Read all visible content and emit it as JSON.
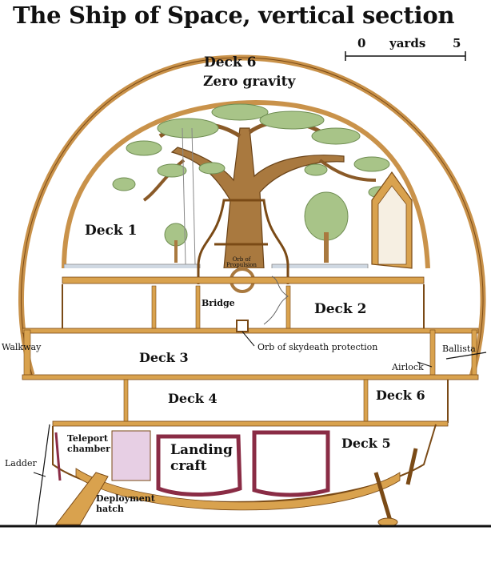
{
  "title": "The Ship of Space, vertical section",
  "scale": {
    "start": "0",
    "unit": "yards",
    "end": "5"
  },
  "deck_labels": {
    "deck6_top": "Deck 6",
    "zero_gravity": "Zero gravity",
    "deck1": "Deck 1",
    "deck2": "Deck 2",
    "deck3": "Deck 3",
    "deck4": "Deck 4",
    "deck5": "Deck 5",
    "deck6_lower": "Deck 6"
  },
  "part_labels": {
    "orb_of_propulsion_line1": "Orb of",
    "orb_of_propulsion_line2": "Propulsion",
    "bridge": "Bridge",
    "orb_skydeath": "Orb of skydeath protection",
    "walkway": "Walkway",
    "airlock": "Airlock",
    "ballista": "Ballista",
    "teleport_line1": "Teleport",
    "teleport_line2": "chamber",
    "landing_line1": "Landing",
    "landing_line2": "craft",
    "ladder": "Ladder",
    "hatch_line1": "Deployment",
    "hatch_line2": "hatch"
  },
  "colors": {
    "hull": "#d9a24e",
    "hull_stroke": "#7a4a16",
    "foliage": "#a8c488",
    "trunk": "#a9793f",
    "water": "#cfd8e2",
    "teleport": "#e7cfe4",
    "landing_craft": "#8a2c45"
  }
}
